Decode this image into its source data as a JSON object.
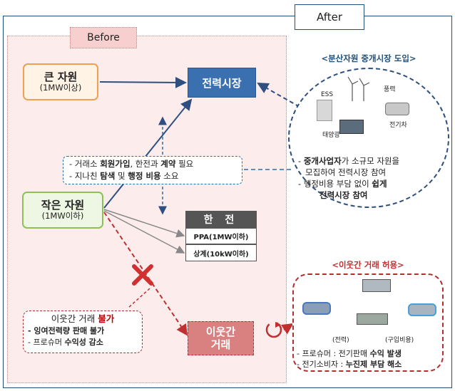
{
  "after_label": "After",
  "before_label": "Before",
  "big_resource": {
    "name": "큰 자원",
    "size": "(1MW이상)"
  },
  "small_resource": {
    "name": "작은 자원",
    "size": "(1MW이하)"
  },
  "power_market": "전력시장",
  "kepco": {
    "title": "한 전",
    "ppa": "PPA(1MW이하)",
    "offset": "상계(10kW이하)"
  },
  "barriers": {
    "line1_a": "- 거래소 ",
    "line1_b": "회원가입",
    "line1_c": ", 한전과 ",
    "line1_d": "계약",
    "line1_e": " 필요",
    "line2_a": "- 지나친 ",
    "line2_b": "탐색",
    "line2_c": " 및 ",
    "line2_d": "행정 비용",
    "line2_e": " 소요"
  },
  "neighbor_note": {
    "title_a": "이웃간 거래 ",
    "title_b": "불가",
    "line1": "- 잉여전력량 판매 불가",
    "line2_a": "- 프로슈머 ",
    "line2_b": "수익성 감소"
  },
  "neighbor_trade": {
    "line1": "이웃간",
    "line2": "거래"
  },
  "distributed": {
    "title": "<분산자원 중개시장 도입>",
    "ess": "ESS",
    "wind": "풍력",
    "solar": "태양광",
    "ev": "전기차",
    "desc1_a": "- ",
    "desc1_b": "중개사업자",
    "desc1_c": "가 소규모 자원을",
    "desc1_d": "모집하여 전력시장 참여",
    "desc2_a": "- 행정비용 부담 없이 ",
    "desc2_b": "쉽게",
    "desc2_c": "전력시장 참여"
  },
  "neighbor_allowed": {
    "title": "<이웃간 거래 허용>",
    "legend_power": "(전력)",
    "legend_cost": "(구입비용)",
    "desc1_a": "- 프로슈머 : 전기판매 ",
    "desc1_b": "수익 발생",
    "desc2_a": "- 전기소비자 : ",
    "desc2_b": "누진제 부담 해소"
  },
  "colors": {
    "market": "#3a6fb0",
    "blue_line": "#2e4f80",
    "red_line": "#c03030",
    "gray_line": "#888888"
  }
}
